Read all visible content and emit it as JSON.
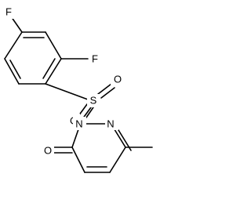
{
  "molecule": {
    "atoms": {
      "f_top": "F",
      "f_right": "F",
      "sulfur": "S",
      "o_upper": "O",
      "o_lower": "O",
      "n_ring_left": "N",
      "n_ring_right": "N",
      "o_carbonyl": "O"
    }
  }
}
